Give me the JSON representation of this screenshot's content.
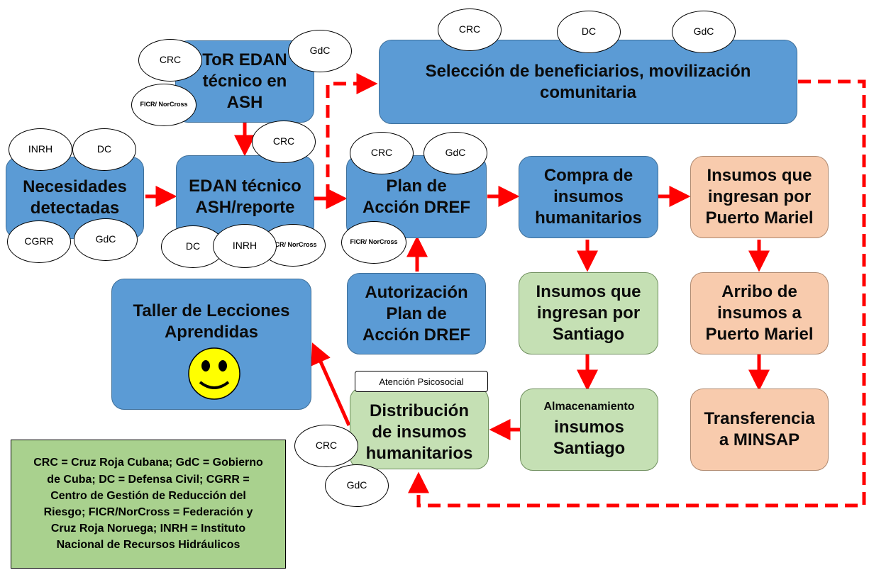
{
  "colors": {
    "blue": "#5b9bd5",
    "green": "#c5e0b4",
    "peach": "#f8cbad",
    "arrow": "#ff0000",
    "legend": "#a9d18e",
    "smiley": "#ffff00"
  },
  "nodes": {
    "tor": "ToR EDAN\ntécnico en\nASH",
    "seleccion": "Selección de beneficiarios, movilización\ncomunitaria",
    "necesidades": "Necesidades\ndetectadas",
    "edan": "EDAN técnico\nASH/reporte",
    "plan": "Plan de\nAcción DREF",
    "compra": "Compra de\ninsumos\nhumanitarios",
    "mariel_ingreso": "Insumos que\ningresan por\nPuerto Mariel",
    "autorizacion": "Autorización\nPlan de\nAcción DREF",
    "santiago_ingreso": "Insumos que\ningresan por\nSantiago",
    "mariel_arribo": "Arribo de\ninsumos a\nPuerto Mariel",
    "taller": "Taller de Lecciones\nAprendidas",
    "distribucion": "Distribución\nde insumos\nhumanitarios",
    "almacen_line1": "Almacenamiento",
    "almacen_line2": "insumos\nSantiago",
    "transferencia": "Transferencia\na MINSAP"
  },
  "atencion_label": "Atención Psicosocial",
  "ovals": {
    "crc": "CRC",
    "gdc": "GdC",
    "dc": "DC",
    "inrh": "INRH",
    "cgrr": "CGRR",
    "ficr": "FICR/\nNorCross"
  },
  "legend": "CRC = Cruz Roja Cubana; GdC = Gobierno\nde Cuba; DC = Defensa Civil; CGRR =\nCentro de Gestión de Reducción del\nRiesgo; FICR/NorCross = Federación y\nCruz Roja Noruega; INRH = Instituto\nNacional de Recursos Hidráulicos"
}
